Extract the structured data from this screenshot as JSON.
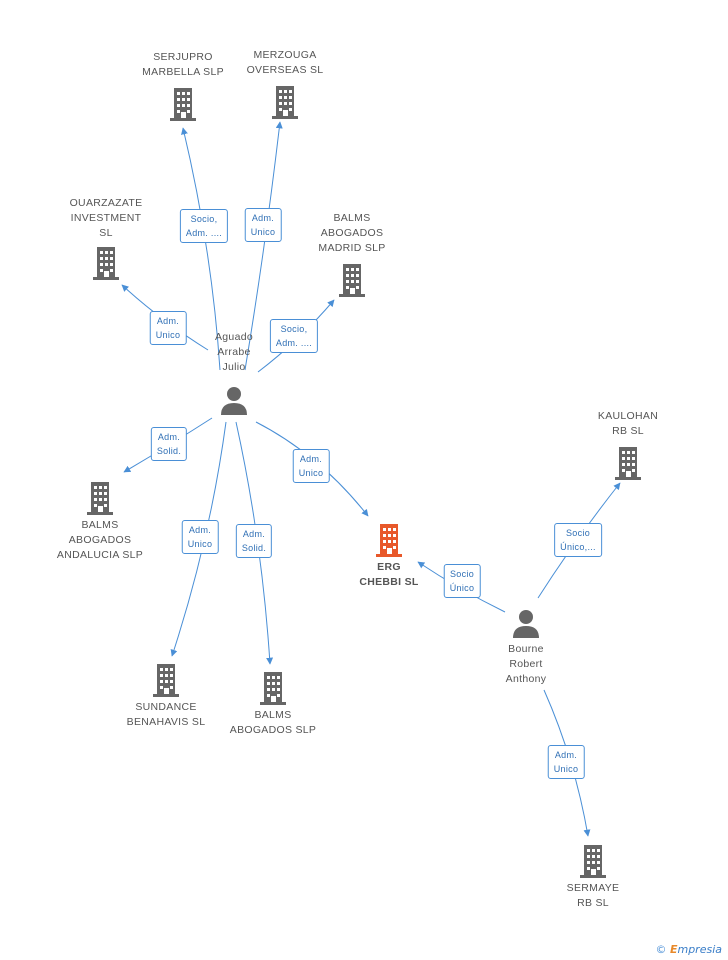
{
  "colors": {
    "edge": "#4a8fd6",
    "building": "#666666",
    "focus": "#e8582a",
    "person": "#666666"
  },
  "nodes": {
    "serjupro": {
      "label": "SERJUPRO\nMARBELLA  SLP",
      "type": "company"
    },
    "merzouga": {
      "label": "MERZOUGA\nOVERSEAS  SL",
      "type": "company"
    },
    "ouarzazate": {
      "label": "OUARZAZATE\nINVESTMENT\nSL",
      "type": "company"
    },
    "balms_madrid": {
      "label": "BALMS\nABOGADOS\nMADRID SLP",
      "type": "company"
    },
    "aguado": {
      "label": "Aguado\nArrabe\nJulio",
      "type": "person"
    },
    "balms_andalucia": {
      "label": "BALMS\nABOGADOS\nANDALUCIA  SLP",
      "type": "company"
    },
    "erg": {
      "label": "ERG\nCHEBBI  SL",
      "type": "focus"
    },
    "kaulohan": {
      "label": "KAULOHAN\nRB  SL",
      "type": "company"
    },
    "sundance": {
      "label": "SUNDANCE\nBENAHAVIS SL",
      "type": "company"
    },
    "balms_slp": {
      "label": "BALMS\nABOGADOS SLP",
      "type": "company"
    },
    "bourne": {
      "label": "Bourne\nRobert\nAnthony",
      "type": "person"
    },
    "sermaye": {
      "label": "SERMAYE\nRB  SL",
      "type": "company"
    }
  },
  "edges": [
    {
      "id": "e1",
      "label": "Socio,\nAdm. ...."
    },
    {
      "id": "e2",
      "label": "Adm.\nUnico"
    },
    {
      "id": "e3",
      "label": "Adm.\nUnico"
    },
    {
      "id": "e4",
      "label": "Socio,\nAdm. ...."
    },
    {
      "id": "e5",
      "label": "Adm.\nSolid."
    },
    {
      "id": "e6",
      "label": "Adm.\nUnico"
    },
    {
      "id": "e7",
      "label": "Adm.\nUnico"
    },
    {
      "id": "e8",
      "label": "Adm.\nSolid."
    },
    {
      "id": "e9",
      "label": "Socio\nÚnico"
    },
    {
      "id": "e10",
      "label": "Socio\nÚnico,..."
    },
    {
      "id": "e11",
      "label": "Adm.\nUnico"
    }
  ],
  "footer": {
    "copyright": "©",
    "brand_e": "E",
    "brand_rest": "mpresia"
  }
}
